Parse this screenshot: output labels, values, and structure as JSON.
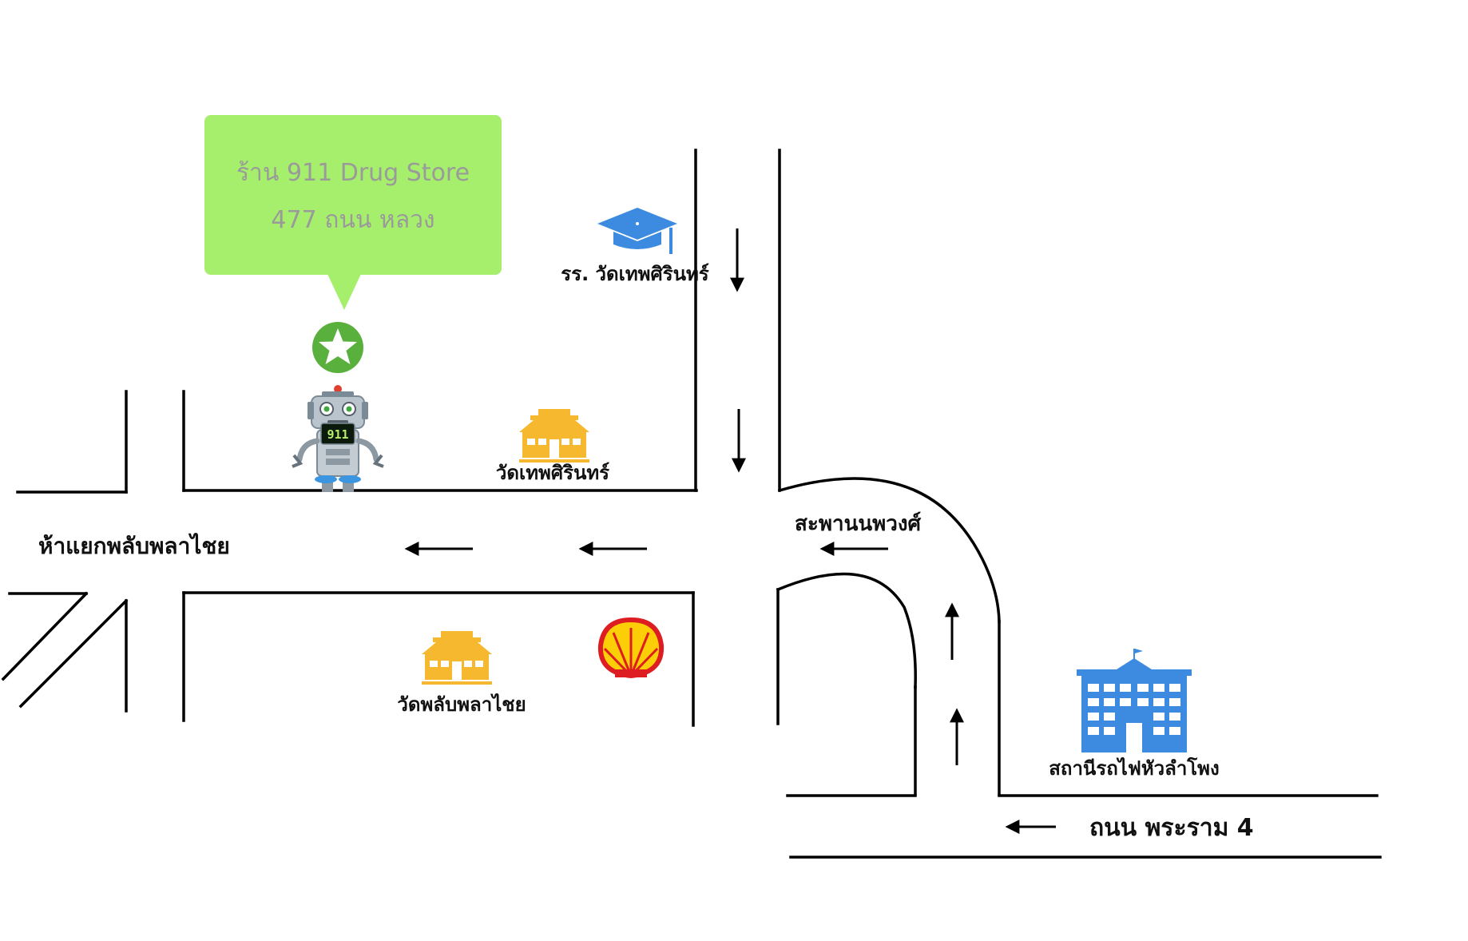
{
  "callout": {
    "line1": "ร้าน 911 Drug Store",
    "line2": "477 ถนน หลวง",
    "color": "#a6ef6c"
  },
  "store_marker": {
    "icon": "star-icon",
    "color": "#5ab03c"
  },
  "mascot": {
    "icon": "robot-icon",
    "badge": "911"
  },
  "labels": {
    "school": "รร. วัดเทพศิรินทร์",
    "temple_thep": "วัดเทพศิรินทร์",
    "intersection": "ห้าแยกพลับพลาไชย",
    "bridge": "สะพานนพวงศ์",
    "temple_phlab": "วัดพลับพลาไชย",
    "station": "สถานีรถไฟหัวลำโพง",
    "rama4": "ถนน พระราม 4"
  },
  "icons": {
    "school": "graduation-cap-icon",
    "temple_thep": "temple-icon",
    "temple_phlab": "temple-icon",
    "gas": "shell-gas-station-icon",
    "station": "railway-station-icon"
  },
  "colors": {
    "temple": "#f5b82e",
    "school": "#3d8be0",
    "station": "#3d8be0",
    "shell_red": "#dd1d21",
    "shell_yellow": "#fbce07"
  }
}
